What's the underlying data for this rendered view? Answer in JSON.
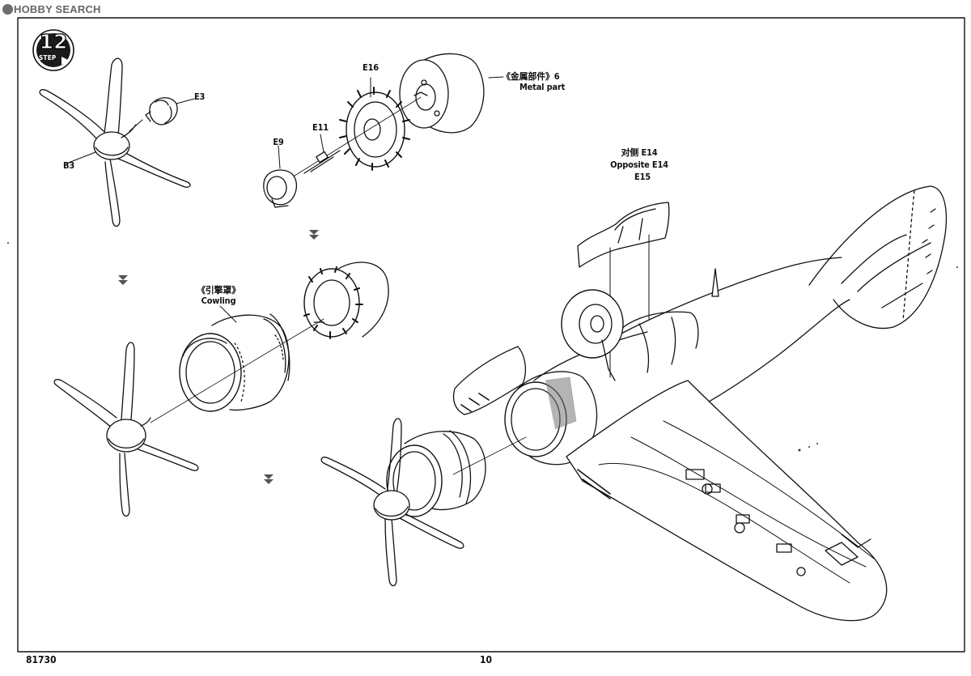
{
  "watermark": "HOBBY SEARCH",
  "step": {
    "number": "12",
    "word": "STEP"
  },
  "labels": {
    "E3": "E3",
    "B3": "B3",
    "E16": "E16",
    "E11": "E11",
    "E9": "E9",
    "metal_cn": "《金属部件》6",
    "metal_en": "Metal part",
    "opp_cn": "对侧 E14",
    "opp_en": "Opposite E14",
    "E15": "E15",
    "cowling_cn": "《引擎罩》",
    "cowling_en": "Cowling"
  },
  "footer": {
    "kit_number": "81730",
    "page_number": "10"
  }
}
